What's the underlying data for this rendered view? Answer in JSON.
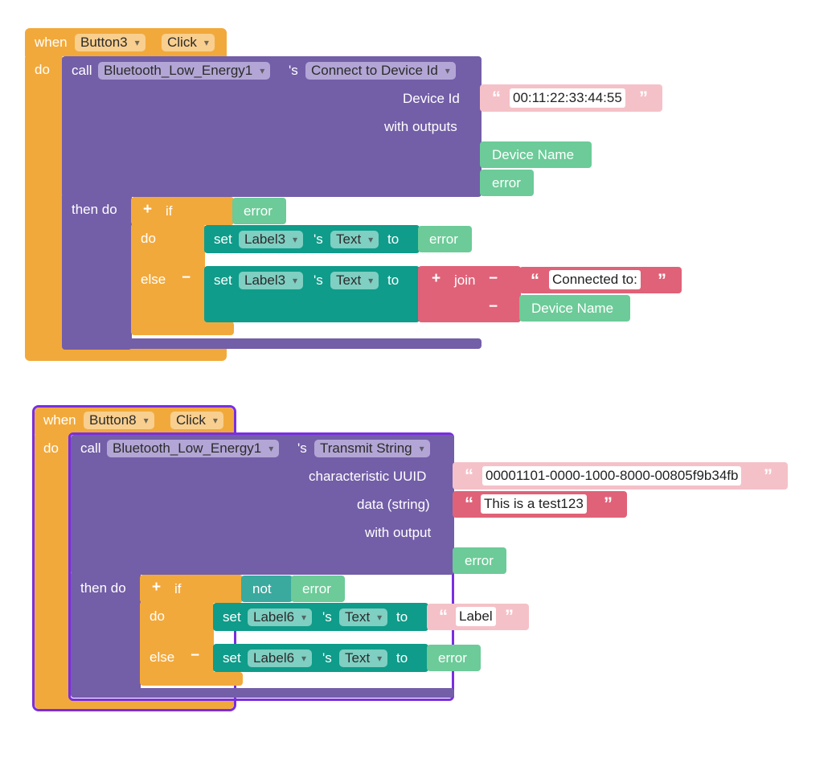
{
  "colors": {
    "event": "#f2a93b",
    "component": "#735ea8",
    "setter": "#0f9c8a",
    "getter": "#5ebf8c",
    "text": "#f5c1c8",
    "join": "#e06278",
    "selection": "#7a2ee0"
  },
  "block1": {
    "when": "when",
    "component": "Button3",
    "event": "Click",
    "do": "do",
    "call": "call",
    "ble": "Bluetooth_Low_Energy1",
    "possessive": "'s",
    "method": "Connect to Device Id",
    "param_device_id": "Device Id",
    "device_id_value": "00:11:22:33:44:55",
    "with_outputs": "with outputs",
    "out_device_name": "Device Name",
    "out_error": "error",
    "then_do": "then do",
    "plus": "+",
    "if": "if",
    "if_error": "error",
    "do2": "do",
    "set": "set",
    "label": "Label3",
    "text_prop": "Text",
    "to": "to",
    "set_error": "error",
    "else": "else",
    "minus": "−",
    "join": "join",
    "connected_to": "Connected to:",
    "join_device_name": "Device Name"
  },
  "block2": {
    "when": "when",
    "component": "Button8",
    "event": "Click",
    "do": "do",
    "call": "call",
    "ble": "Bluetooth_Low_Energy1",
    "possessive": "'s",
    "method": "Transmit String",
    "param_uuid": "characteristic UUID",
    "uuid_value": "00001101-0000-1000-8000-00805f9b34fb",
    "param_data": "data (string)",
    "data_value": "This is a test123",
    "with_output": "with output",
    "out_error": "error",
    "then_do": "then do",
    "plus": "+",
    "if": "if",
    "not": "not",
    "if_error": "error",
    "do2": "do",
    "set": "set",
    "label": "Label6",
    "text_prop": "Text",
    "to": "to",
    "label_value": "Label",
    "else": "else",
    "minus": "−",
    "else_error": "error"
  },
  "quote_open": "“",
  "quote_close": "”"
}
